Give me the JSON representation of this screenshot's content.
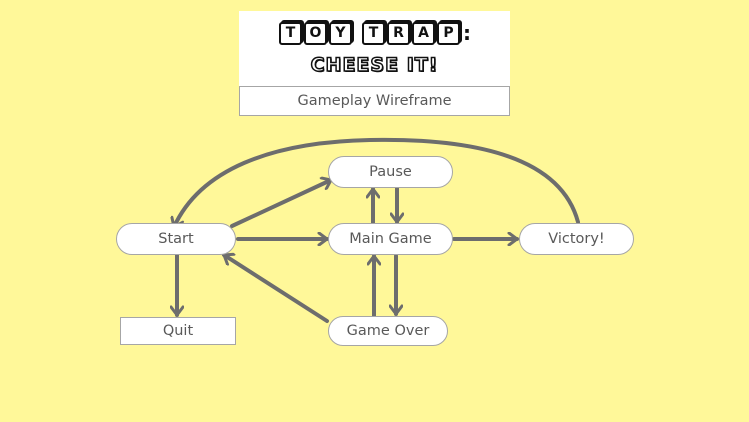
{
  "title": {
    "word1": [
      "T",
      "O",
      "Y"
    ],
    "word2": [
      "T",
      "R",
      "A",
      "P"
    ],
    "colon": ":",
    "line2": "CHEESE IT!"
  },
  "subtitle": "Gameplay Wireframe",
  "nodes": {
    "start": "Start",
    "pause": "Pause",
    "main_game": "Main Game",
    "victory": "Victory!",
    "quit": "Quit",
    "game_over": "Game Over"
  },
  "colors": {
    "background": "#fff899",
    "node_fill": "#ffffff",
    "node_border": "#a6a6a6",
    "arrow": "#6d6d6d",
    "text": "#595959"
  }
}
